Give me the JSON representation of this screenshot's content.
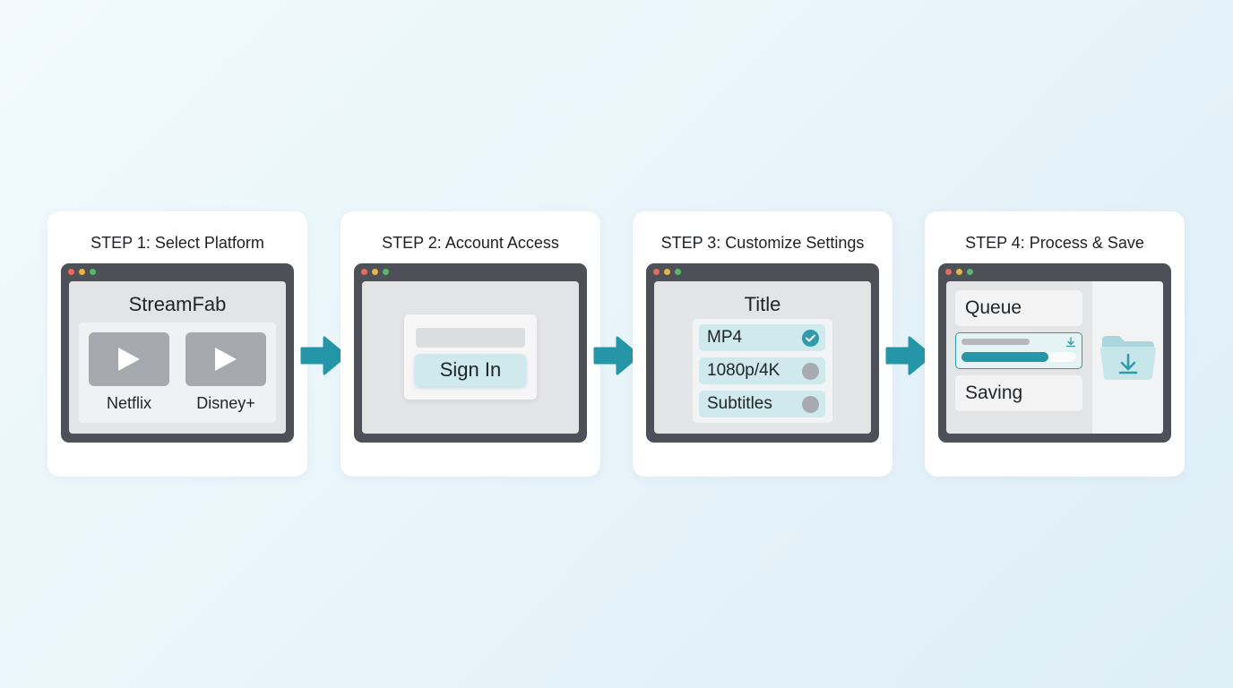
{
  "colors": {
    "accent": "#2f9aac",
    "arrow": "#2596a8",
    "window_frame": "#4d5157",
    "highlight": "#cfe9ec"
  },
  "steps": [
    {
      "title": "STEP 1: Select Platform",
      "app_name": "StreamFab",
      "platforms": [
        {
          "label": "Netflix",
          "icon": "play-icon"
        },
        {
          "label": "Disney+",
          "icon": "play-icon"
        }
      ]
    },
    {
      "title": "STEP 2: Account Access",
      "button_label": "Sign In"
    },
    {
      "title": "STEP 3: Customize Settings",
      "panel_title": "Title",
      "options": [
        {
          "label": "MP4",
          "checked": true
        },
        {
          "label": "1080p/4K",
          "checked": false
        },
        {
          "label": "Subtitles",
          "checked": false
        }
      ]
    },
    {
      "title": "STEP 4: Process & Save",
      "items": [
        "Queue",
        "Saving"
      ],
      "progress": 0.76,
      "icons": [
        "download-icon",
        "folder-download-icon"
      ]
    }
  ],
  "arrow_icon": "right-arrow-icon"
}
